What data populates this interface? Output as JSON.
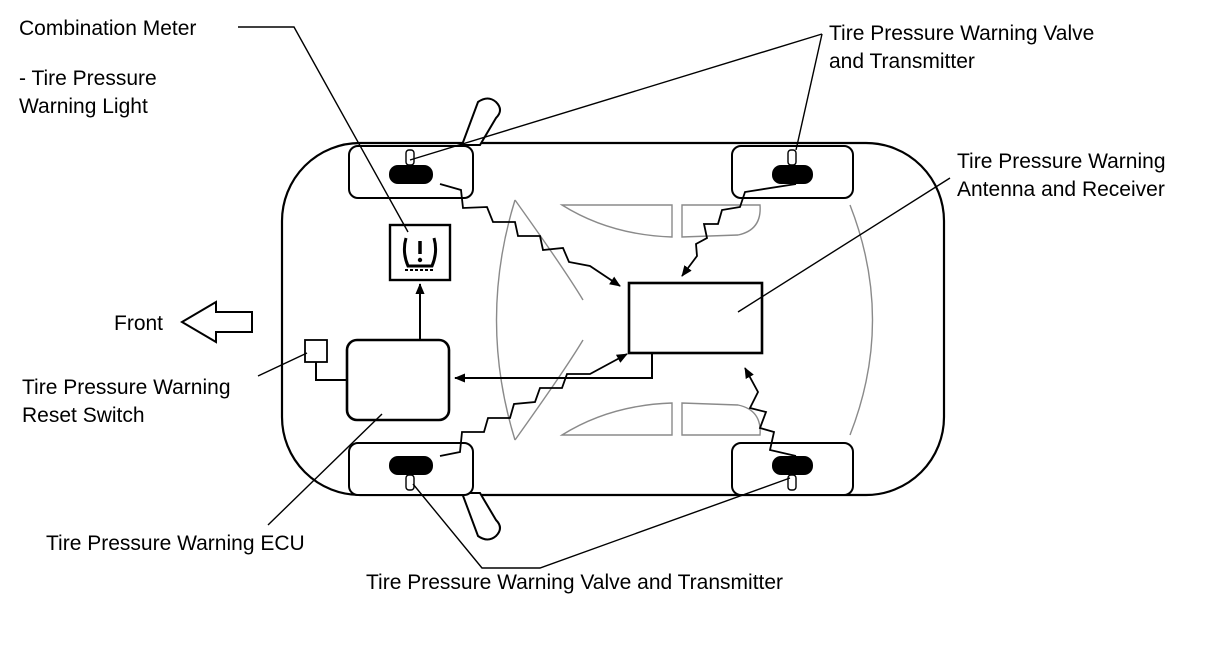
{
  "labels": {
    "combination_meter": "Combination Meter",
    "warning_light_line1": "- Tire Pressure",
    "warning_light_line2": "Warning Light",
    "valve_transmitter_top_line1": "Tire Pressure Warning Valve",
    "valve_transmitter_top_line2": "and Transmitter",
    "antenna_receiver_line1": "Tire Pressure Warning",
    "antenna_receiver_line2": "Antenna and Receiver",
    "front": "Front",
    "reset_switch_line1": "Tire Pressure Warning",
    "reset_switch_line2": "Reset Switch",
    "ecu": "Tire Pressure Warning ECU",
    "valve_transmitter_bottom": "Tire Pressure Warning Valve and Transmitter"
  },
  "colors": {
    "line": "#000000",
    "faint": "#8a8a8a",
    "background": "#ffffff"
  },
  "icons": {
    "warning_light": "tire-pressure-warning-icon",
    "front_arrow": "arrow-left-outline-icon"
  }
}
